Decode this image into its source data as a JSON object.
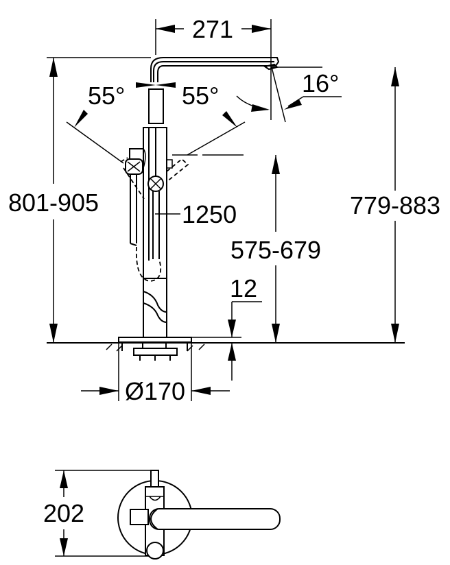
{
  "drawing": {
    "title": "Freestanding bath mixer dimension drawing",
    "line_color": "#000000",
    "background": "#ffffff"
  },
  "side_view": {
    "dimensions": {
      "spout_reach": "271",
      "swivel_left": "55°",
      "swivel_right": "55°",
      "spout_angle": "16°",
      "total_height": "801-905",
      "hose_length": "1250",
      "spout_height": "779-883",
      "handle_height": "575-679",
      "floor_thickness": "12",
      "base_diameter": "Ø170"
    }
  },
  "top_view": {
    "dimensions": {
      "depth": "202"
    }
  }
}
